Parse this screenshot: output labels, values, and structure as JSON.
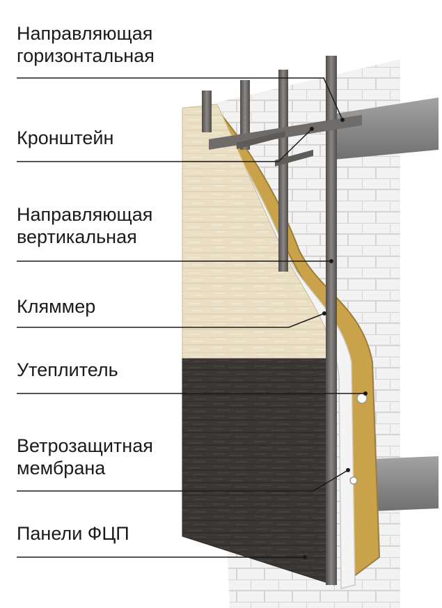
{
  "labels": [
    {
      "lines": [
        "Направляющая",
        "горизонтальная"
      ]
    },
    {
      "lines": [
        "Кронштейн"
      ]
    },
    {
      "lines": [
        "Направляющая",
        "вертикальная"
      ]
    },
    {
      "lines": [
        "Кляммер"
      ]
    },
    {
      "lines": [
        "Утеплитель"
      ]
    },
    {
      "lines": [
        "Ветрозащитная",
        "мембрана"
      ]
    },
    {
      "lines": [
        "Панели ФЦП"
      ]
    }
  ],
  "colors": {
    "text": "#1a1a1a",
    "leader_line": "#1a1a1a",
    "brick": "#f1f1f1",
    "brick_mortar": "#d6d6d6",
    "slab": "#8d8d8d",
    "insulation": "#c9a24a",
    "membrane": "#f3f3f3",
    "panel_light": "#eadfc4",
    "panel_dark": "#3b3836",
    "metal": "#6d6a68"
  }
}
